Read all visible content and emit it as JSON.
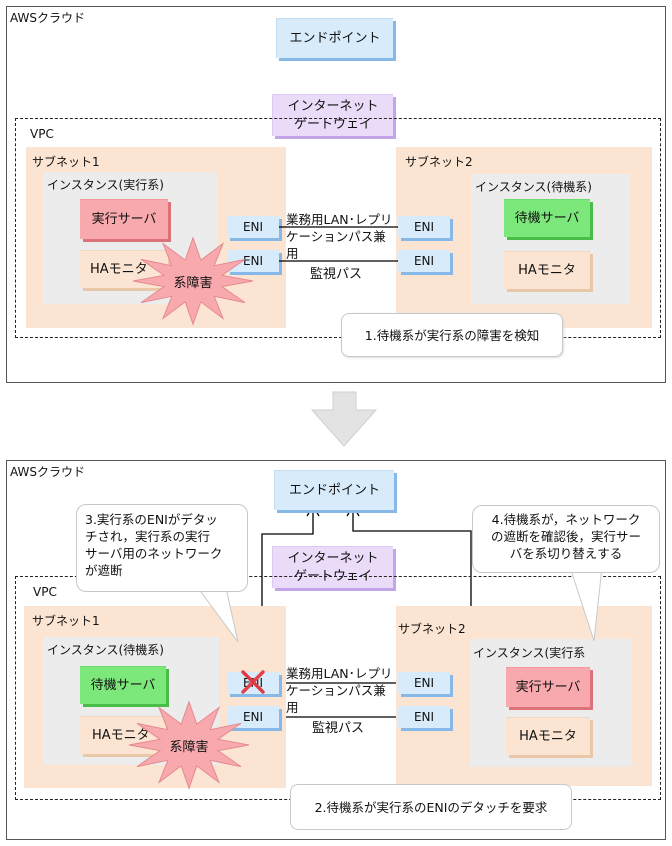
{
  "labels": {
    "cloud": "AWSクラウド",
    "endpoint": "エンドポイント",
    "igw_line1": "インターネット",
    "igw_line2": "ゲートウェイ",
    "vpc": "VPC",
    "subnet1": "サブネット1",
    "subnet2": "サブネット2",
    "eni": "ENI",
    "ha_monitor": "HAモニタ",
    "fault": "系障害",
    "business_line1": "業務用LAN･レプリ",
    "business_line2": "ケーションパス兼用",
    "monitor_path": "監視パス"
  },
  "top": {
    "instance_left": "インスタンス(実行系)",
    "instance_right": "インスタンス(待機系)",
    "server_left": "実行サーバ",
    "server_right": "待機サーバ",
    "callout1": "1.待機系が実行系の障害を検知"
  },
  "bottom": {
    "instance_left": "インスタンス(待機系)",
    "instance_right": "インスタンス(実行系",
    "server_left": "待機サーバ",
    "server_right": "実行サーバ",
    "callout2": "2.待機系が実行系のENIのデタッチを要求",
    "callout3_line1": "3.実行系のENIがデタッ",
    "callout3_line2": "チされ，実行系の実行",
    "callout3_line3": "サーバ用のネットワーク",
    "callout3_line4": "が遮断",
    "callout4_line1": "4.待機系が，ネットワーク",
    "callout4_line2": "の遮断を確認後，実行サー",
    "callout4_line3": "バを系切り替えする"
  },
  "colors": {
    "subnet": "#fbe5d2",
    "instance": "#ececec",
    "endpoint": "#d7ebfa",
    "igw": "#eadcf8",
    "run_server": "#f8a9ad",
    "standby_server": "#7ce87c",
    "fault": "#f8a9ad",
    "detach_mark": "#e5404a"
  },
  "icons": [
    "down-arrow-icon",
    "fault-starburst-icon",
    "detach-x-icon"
  ]
}
